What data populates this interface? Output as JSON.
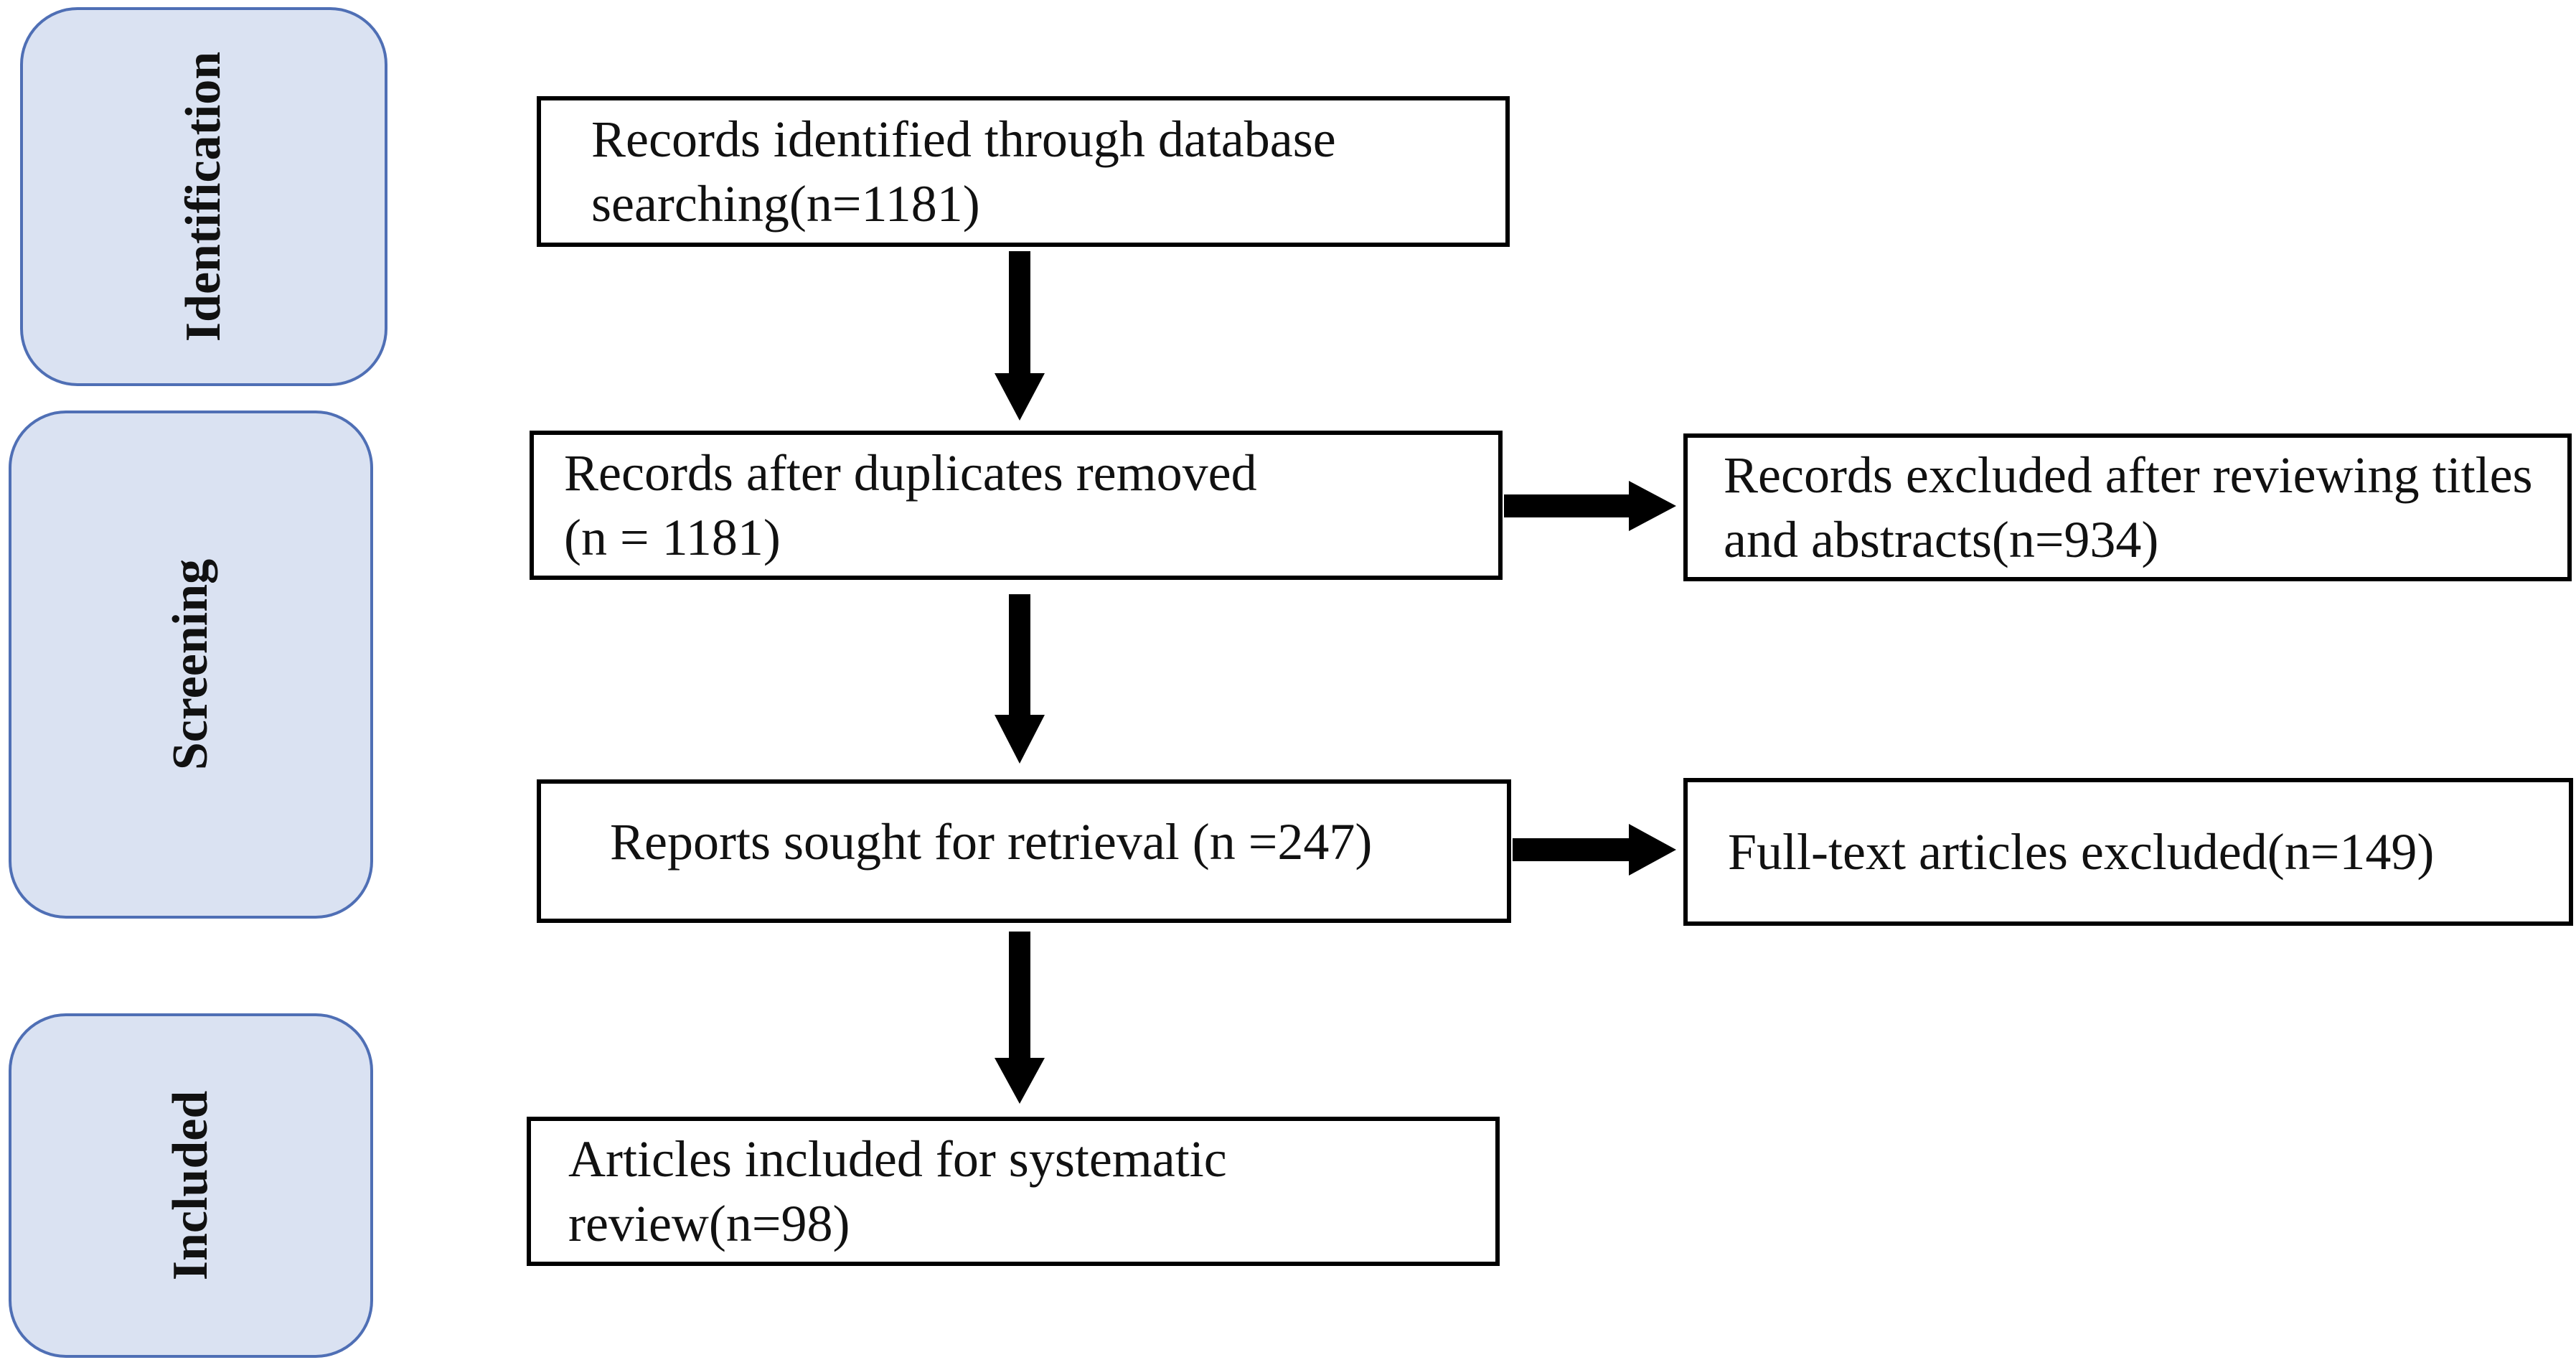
{
  "phases": {
    "identification": "Identification",
    "screening": "Screening",
    "included": "Included"
  },
  "boxes": {
    "records_identified": {
      "line1": "Records identified through database",
      "line2": "searching(n=1181)"
    },
    "duplicates_removed": {
      "line1": "Records after duplicates removed",
      "line2": "(n = 1181)"
    },
    "records_excluded": {
      "line1": "Records excluded after reviewing titles",
      "line2": "and abstracts(n=934)"
    },
    "reports_sought": {
      "line1": "Reports sought for retrieval (n =247)"
    },
    "fulltext_excluded": {
      "line1": "Full-text articles excluded(n=149)"
    },
    "articles_included": {
      "line1": "Articles included for systematic",
      "line2": "review(n=98)"
    }
  },
  "colors": {
    "phase_fill": "#dae2f2",
    "phase_border": "#4f6fb5",
    "box_border": "#000000",
    "arrow": "#000000"
  }
}
